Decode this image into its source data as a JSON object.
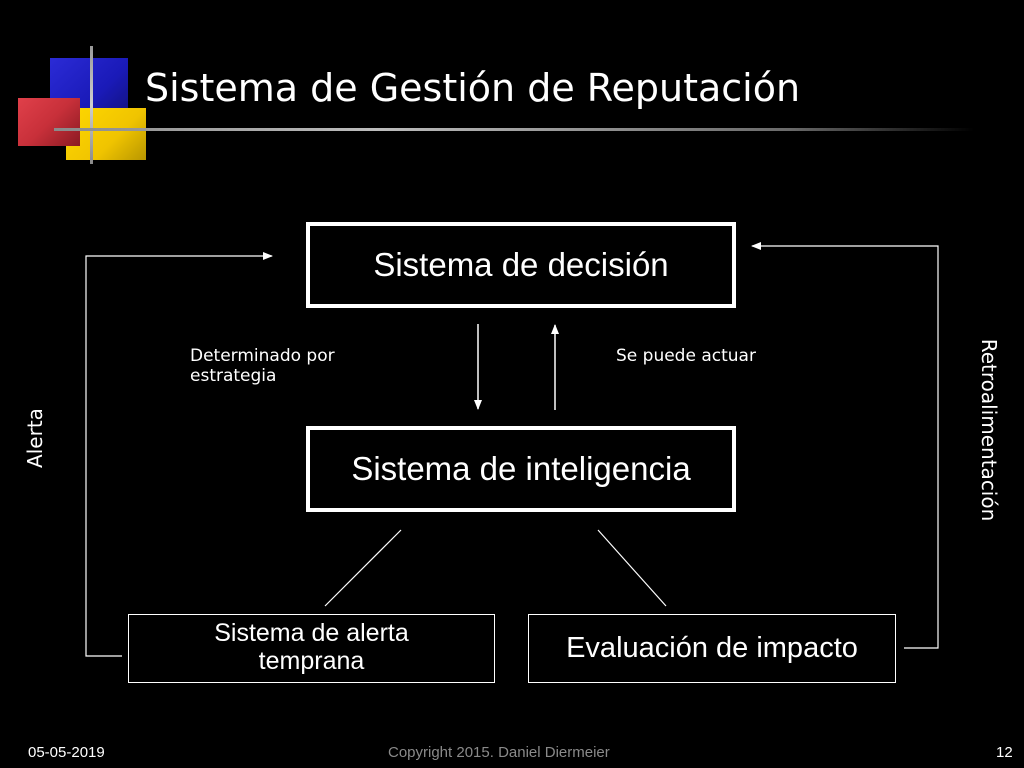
{
  "slide": {
    "title": "Sistema de Gestión de Reputación"
  },
  "diagram": {
    "boxes": {
      "decision": "Sistema de decisión",
      "intelligence": "Sistema de inteligencia",
      "early_warning_line1": "Sistema de alerta",
      "early_warning_line2": "temprana",
      "impact": "Evaluación de impacto"
    },
    "labels": {
      "strategy_line1": "Determinado por",
      "strategy_line2": "estrategia",
      "can_act": "Se puede actuar",
      "alert": "Alerta",
      "feedback": "Retroalimentación"
    }
  },
  "footer": {
    "date": "05-05-2019",
    "copyright": "Copyright 2015. Daniel Diermeier",
    "page_number": "12"
  },
  "colors": {
    "background": "#000000",
    "text": "#ffffff",
    "logo_blue": "#1a1ab8",
    "logo_yellow": "#f0c400",
    "logo_red": "#c8303a",
    "footer_copyright": "#8a8a8a"
  }
}
